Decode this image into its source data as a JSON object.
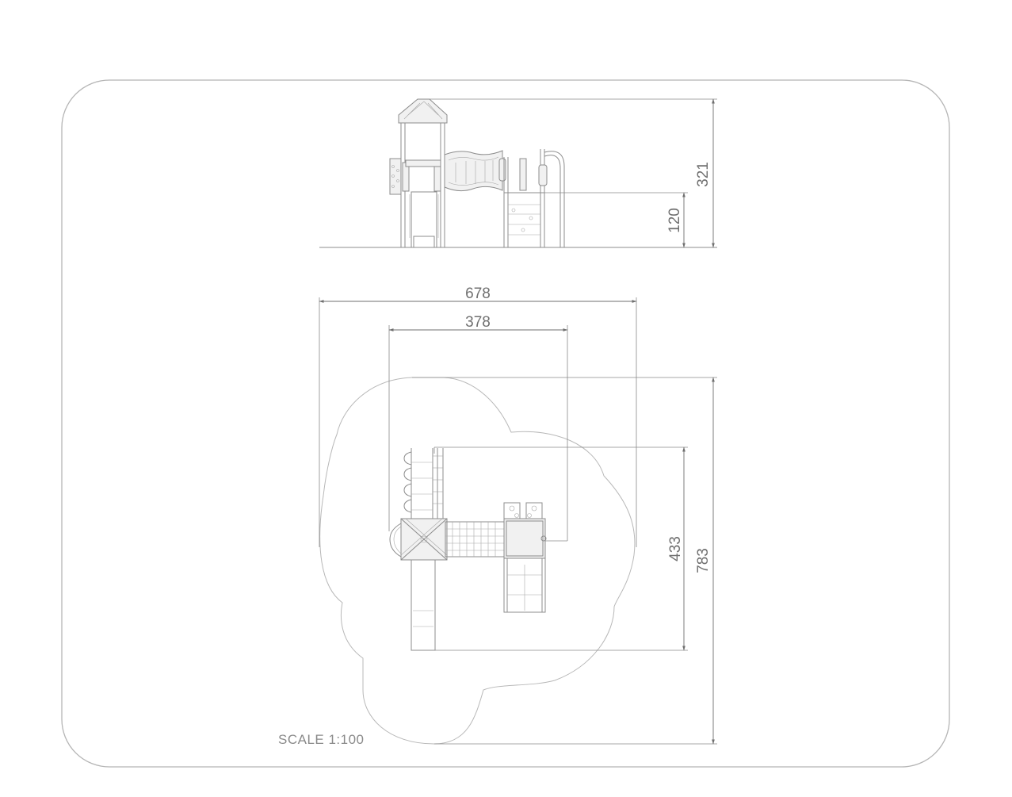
{
  "dimensions": {
    "height_total": "321",
    "platform_height": "120",
    "overall_width": "678",
    "inner_width": "378",
    "footprint_depth": "433",
    "safety_depth": "783"
  },
  "scale_label": "SCALE 1:100",
  "colors": {
    "line": "#8c8c8c",
    "dimension": "#6f6f6f",
    "text": "#707070",
    "frame": "#b5b5b5"
  }
}
